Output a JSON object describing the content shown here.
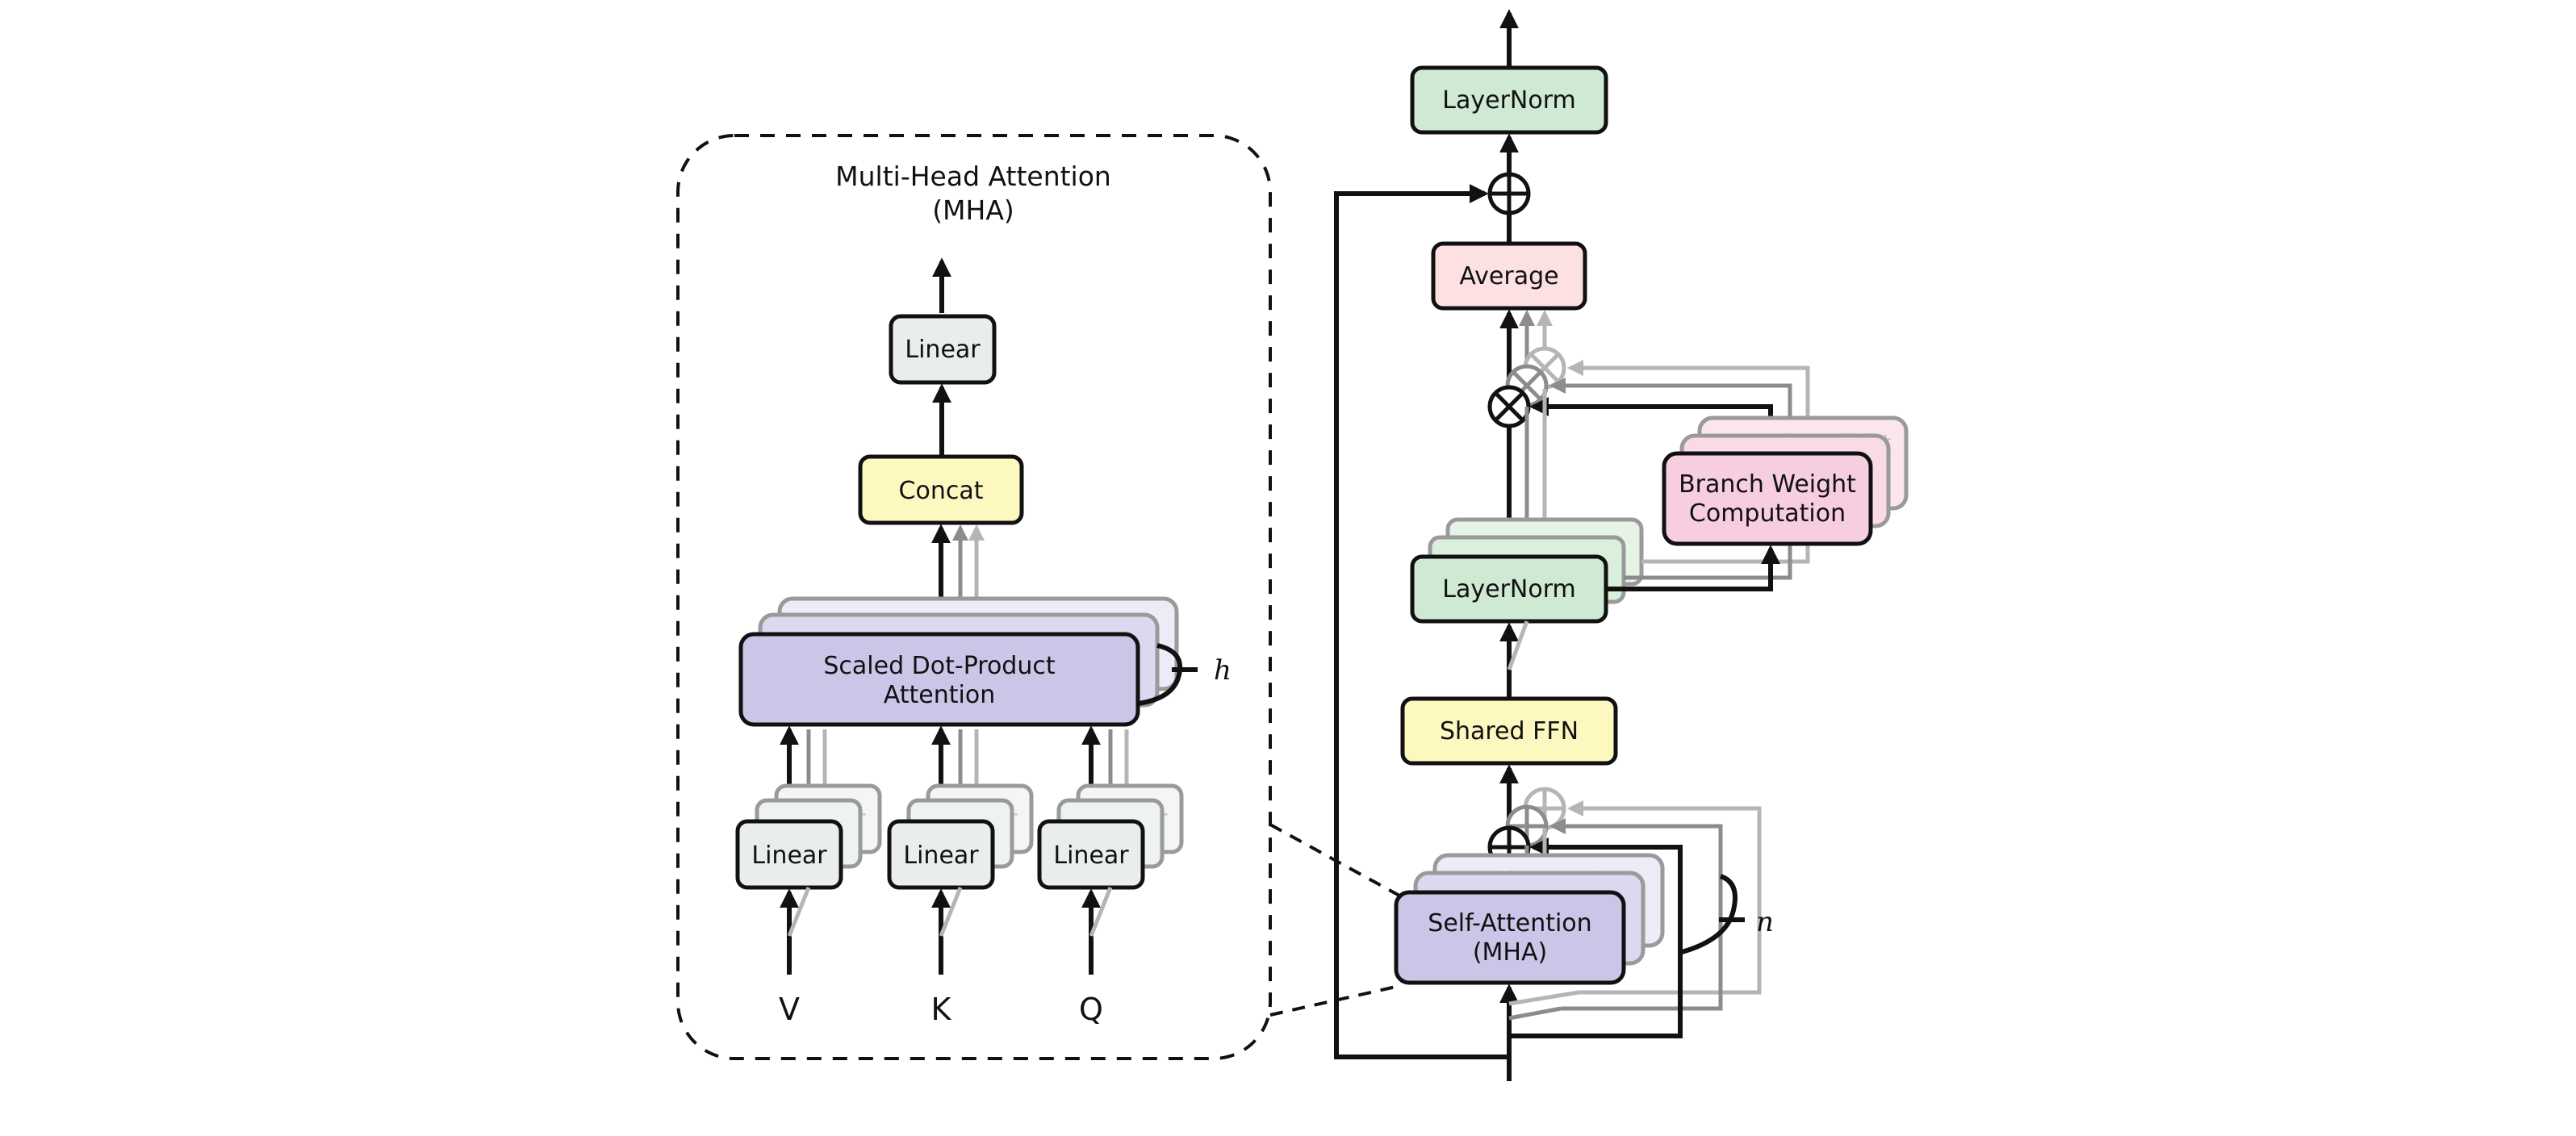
{
  "mha": {
    "title_line1": "Multi-Head Attention",
    "title_line2": "(MHA)",
    "linear_top": "Linear",
    "concat": "Concat",
    "sdpa_line1": "Scaled Dot-Product",
    "sdpa_line2": "Attention",
    "heads_symbol": "h",
    "linear_v": "Linear",
    "linear_k": "Linear",
    "linear_q": "Linear",
    "input_v": "V",
    "input_k": "K",
    "input_q": "Q"
  },
  "block": {
    "layernorm_top": "LayerNorm",
    "average": "Average",
    "branch_line1": "Branch Weight",
    "branch_line2": "Computation",
    "layernorm_mid": "LayerNorm",
    "shared_ffn": "Shared FFN",
    "self_attn_line1": "Self-Attention",
    "self_attn_line2": "(MHA)",
    "branches_symbol": "n"
  },
  "colors": {
    "linear": "#e9eeec",
    "concat": "#fdf8c0",
    "attention": "#cbc5e8",
    "layernorm": "#cfe9d3",
    "average": "#fde0e2",
    "branch": "#f7cde0",
    "ffn": "#fdf8c0"
  }
}
